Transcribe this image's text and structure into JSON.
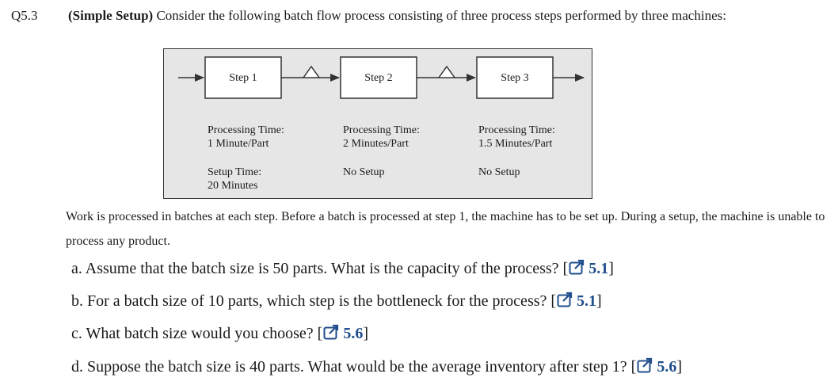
{
  "question": {
    "number": "Q5.3",
    "title": "(Simple Setup)",
    "intro": " Consider the following batch flow process consisting of three process steps performed by three machines:"
  },
  "figure": {
    "steps": [
      {
        "label": "Step 1",
        "processing_label": "Processing Time:",
        "processing_value": "1 Minute/Part",
        "setup_line1": "Setup Time:",
        "setup_line2": "20 Minutes"
      },
      {
        "label": "Step 2",
        "processing_label": "Processing Time:",
        "processing_value": "2 Minutes/Part",
        "setup_line1": "No Setup",
        "setup_line2": ""
      },
      {
        "label": "Step 3",
        "processing_label": "Processing Time:",
        "processing_value": "1.5 Minutes/Part",
        "setup_line1": "No Setup",
        "setup_line2": ""
      }
    ],
    "colors": {
      "box_fill": "#ffffff",
      "panel_fill": "#e6e6e6",
      "stroke": "#333333"
    }
  },
  "paragraph": "Work is processed in batches at each step. Before a batch is processed at step 1, the machine has to be set up. During a setup, the machine is unable to process any product.",
  "parts": [
    {
      "text": "a. Assume that the batch size is 50 parts. What is the capacity of the process? [",
      "ref": "5.1",
      "close": "]"
    },
    {
      "text": "b. For a batch size of 10 parts, which step is the bottleneck for the process? [",
      "ref": "5.1",
      "close": "]"
    },
    {
      "text": "c. What batch size would you choose? [",
      "ref": "5.6",
      "close": "]"
    },
    {
      "text": "d. Suppose the batch size is 40 parts. What would be the average inventory after step 1? [",
      "ref": "5.6",
      "close": "]"
    }
  ],
  "accent_color": "#1f4e8c",
  "icons": [
    "external-link-icon"
  ]
}
